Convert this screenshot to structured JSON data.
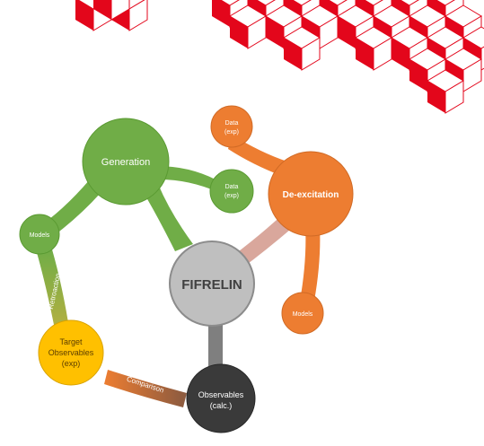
{
  "colors": {
    "cube_red": "#e3061b",
    "green": "#70ad47",
    "orange": "#ed7d31",
    "gray": "#bfbfbf",
    "dark": "#3a3a3a",
    "yellow": "#ffc000",
    "link_gray": "#7f7f7f",
    "link_pink": "#d9a79c"
  },
  "nodes": {
    "fifrelin": "FIFRELIN",
    "generation": "Generation",
    "deexcitation": "De-excitation",
    "data_gen_line1": "Data",
    "data_gen_line2": "(exp)",
    "data_deex_line1": "Data",
    "data_deex_line2": "(exp)",
    "models_left": "Models",
    "models_right": "Models",
    "target_line1": "Target",
    "target_line2": "Observables",
    "target_line3": "(exp)",
    "obs_line1": "Observables",
    "obs_line2": "(calc.)"
  },
  "edges": {
    "retroaction": "Retroaction",
    "comparison": "Comparison"
  }
}
